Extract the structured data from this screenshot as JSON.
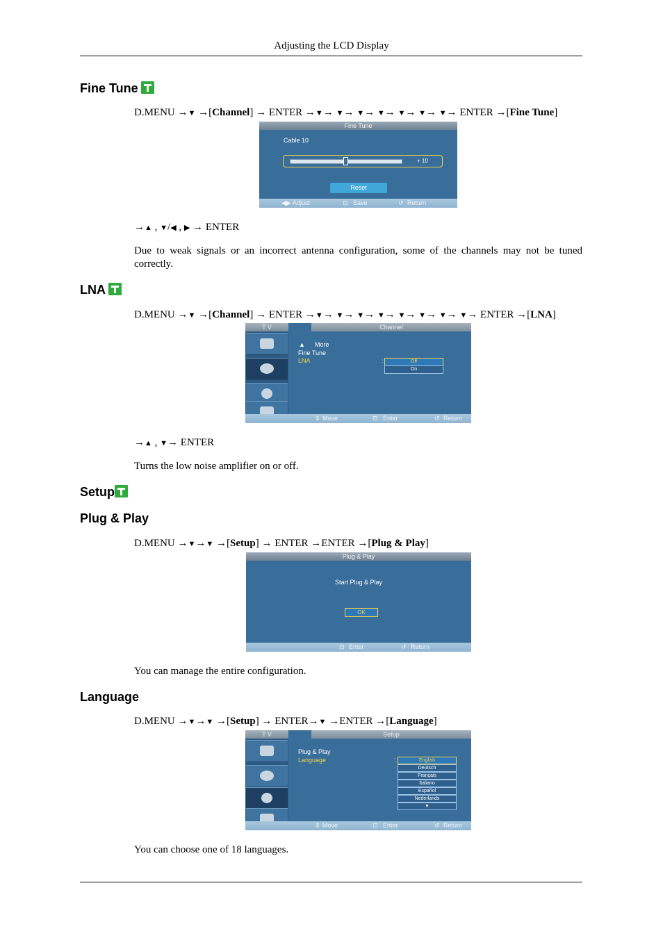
{
  "header": {
    "title": "Adjusting the LCD Display"
  },
  "sections": {
    "fine_tune": {
      "heading": "Fine Tune",
      "seq_prefix": "D.MENU →",
      "seq_a": " →[",
      "seq_b": "Channel",
      "seq_c": "] → ENTER →",
      "seq_d": "→",
      "seq_e": " ENTER →[",
      "seq_f": "Fine Tune",
      "seq_g": "]",
      "osd": {
        "title": "Fine  Tune",
        "label": "Cable 10",
        "value": "+ 10",
        "fine_tune_value": 0.5,
        "reset": "Reset",
        "foot_adjust": "Adjust",
        "foot_save": "Save",
        "foot_return": "Return"
      },
      "nav_arrow": "→",
      "nav_text": "→ ENTER",
      "description": "Due to weak signals or an incorrect antenna configuration, some of the channels may not be tuned correctly."
    },
    "lna": {
      "heading": "LNA",
      "seq_b": "Channel",
      "seq_f": "LNA",
      "osd": {
        "tab_tv": "T V",
        "title": "Channel",
        "more": "More",
        "fine_tune": "Fine  Tune",
        "lna": "LNA",
        "colon": ":",
        "opt_off": "Off",
        "opt_on": "On",
        "foot_move": "Move",
        "foot_enter": "Enter",
        "foot_return": "Return"
      },
      "nav_text": "→ ENTER",
      "description": "Turns the low noise amplifier on or off."
    },
    "setup": {
      "heading": "Setup"
    },
    "plug_play": {
      "heading": "Plug & Play",
      "seq_b": "Setup",
      "seq_c": "] → ENTER →ENTER →[",
      "seq_f": "Plug & Play",
      "osd": {
        "title": "Plug & Play",
        "text": "Start Plug & Play",
        "ok": "OK",
        "foot_enter": "Enter",
        "foot_return": "Return"
      },
      "description": "You can manage the entire configuration."
    },
    "language": {
      "heading": "Language",
      "seq_b": "Setup",
      "seq_c": "] → ENTER→",
      "seq_d": " →ENTER →[",
      "seq_f": "Language",
      "osd": {
        "tab_tv": "T V",
        "title": "Setup",
        "plug_play": "Plug & Play",
        "language": "Language",
        "colon": ":",
        "options": [
          "English",
          "Deutsch",
          "Français",
          "Italiano",
          "Español",
          "Nederlands"
        ],
        "foot_move": "Move",
        "foot_enter": "Enter",
        "foot_return": "Return"
      },
      "description": "You can choose one of 18 languages."
    }
  }
}
